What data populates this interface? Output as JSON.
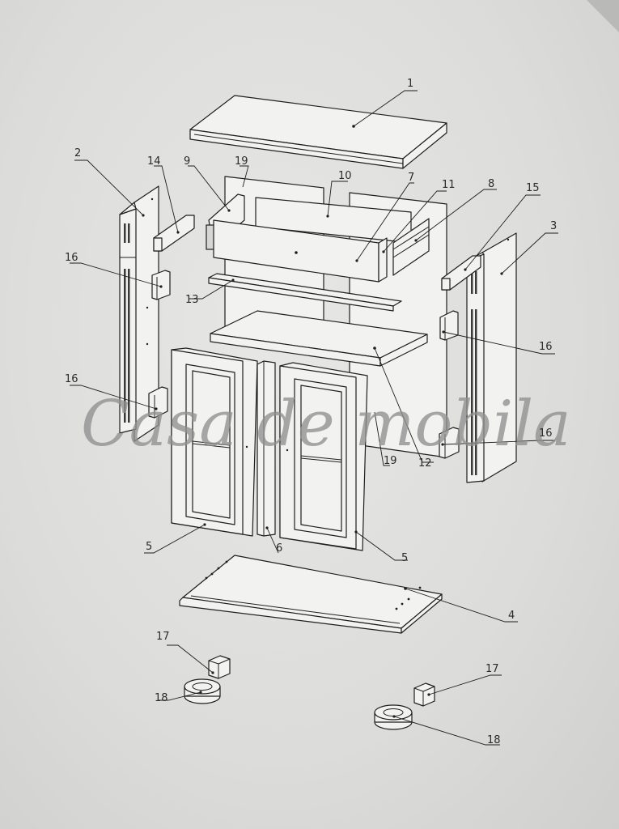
{
  "watermark": "Casa de mobila",
  "callouts": {
    "c1": "1",
    "c2": "2",
    "c3": "3",
    "c4": "4",
    "c5a": "5",
    "c5b": "5",
    "c6": "6",
    "c7": "7",
    "c8": "8",
    "c9": "9",
    "c10": "10",
    "c11": "11",
    "c12": "12",
    "c13": "13",
    "c14": "14",
    "c15": "15",
    "c16a": "16",
    "c16b": "16",
    "c16c": "16",
    "c16d": "16",
    "c17a": "17",
    "c17b": "17",
    "c18a": "18",
    "c18b": "18",
    "c19a": "19",
    "c19b": "19"
  }
}
